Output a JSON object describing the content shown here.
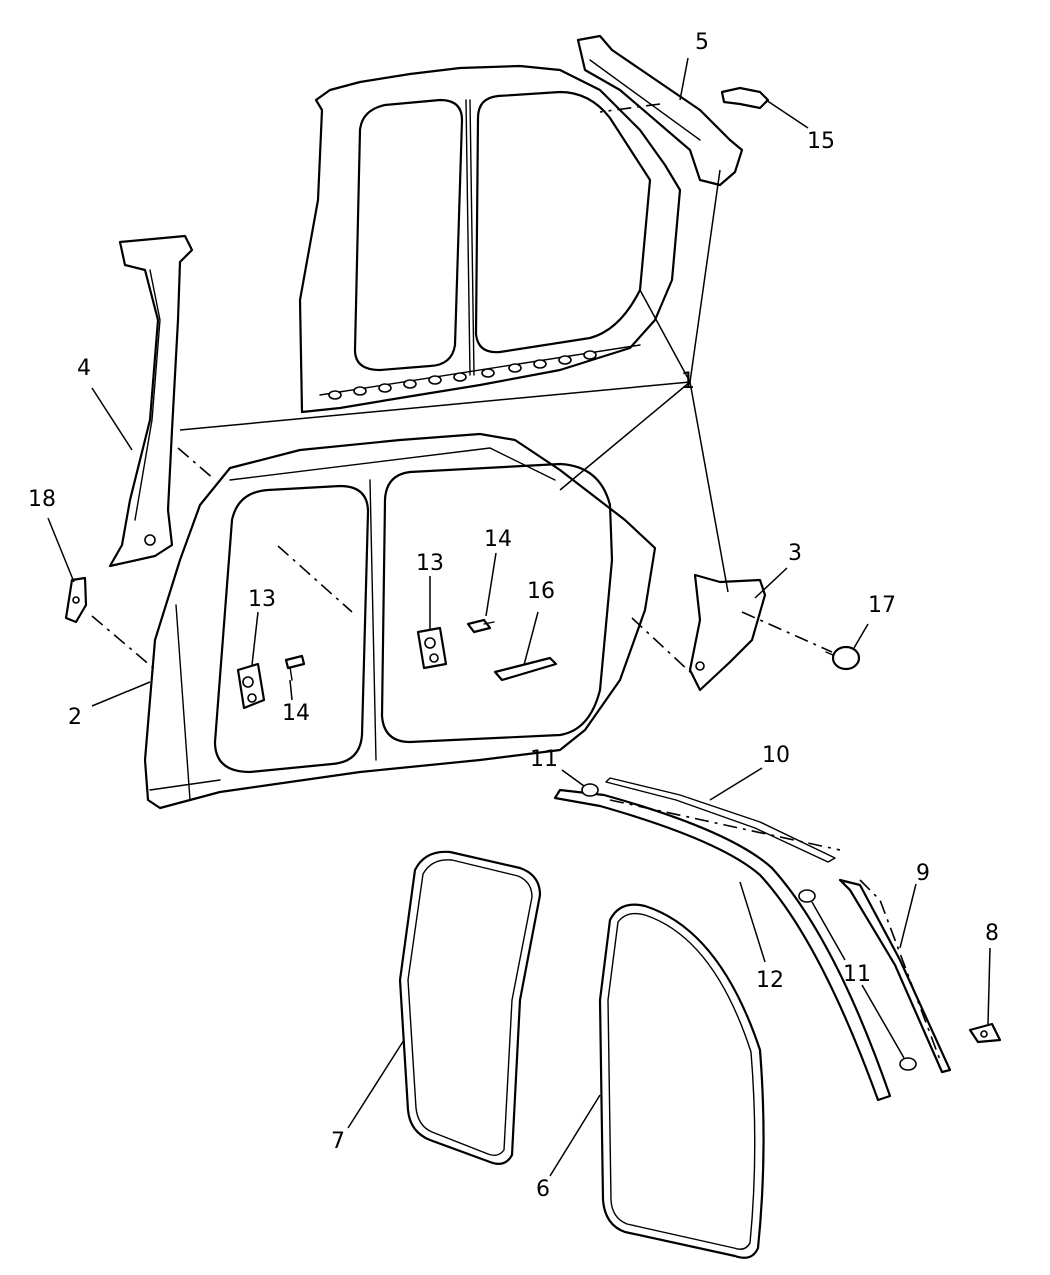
{
  "callouts": [
    {
      "id": "c1",
      "label": "1"
    },
    {
      "id": "c2",
      "label": "2"
    },
    {
      "id": "c3",
      "label": "3"
    },
    {
      "id": "c4",
      "label": "4"
    },
    {
      "id": "c5",
      "label": "5"
    },
    {
      "id": "c6",
      "label": "6"
    },
    {
      "id": "c7",
      "label": "7"
    },
    {
      "id": "c8",
      "label": "8"
    },
    {
      "id": "c9",
      "label": "9"
    },
    {
      "id": "c10",
      "label": "10"
    },
    {
      "id": "c11a",
      "label": "11"
    },
    {
      "id": "c11b",
      "label": "11"
    },
    {
      "id": "c12",
      "label": "12"
    },
    {
      "id": "c13a",
      "label": "13"
    },
    {
      "id": "c13b",
      "label": "13"
    },
    {
      "id": "c14a",
      "label": "14"
    },
    {
      "id": "c14b",
      "label": "14"
    },
    {
      "id": "c15",
      "label": "15"
    },
    {
      "id": "c16",
      "label": "16"
    },
    {
      "id": "c17",
      "label": "17"
    },
    {
      "id": "c18",
      "label": "18"
    }
  ]
}
